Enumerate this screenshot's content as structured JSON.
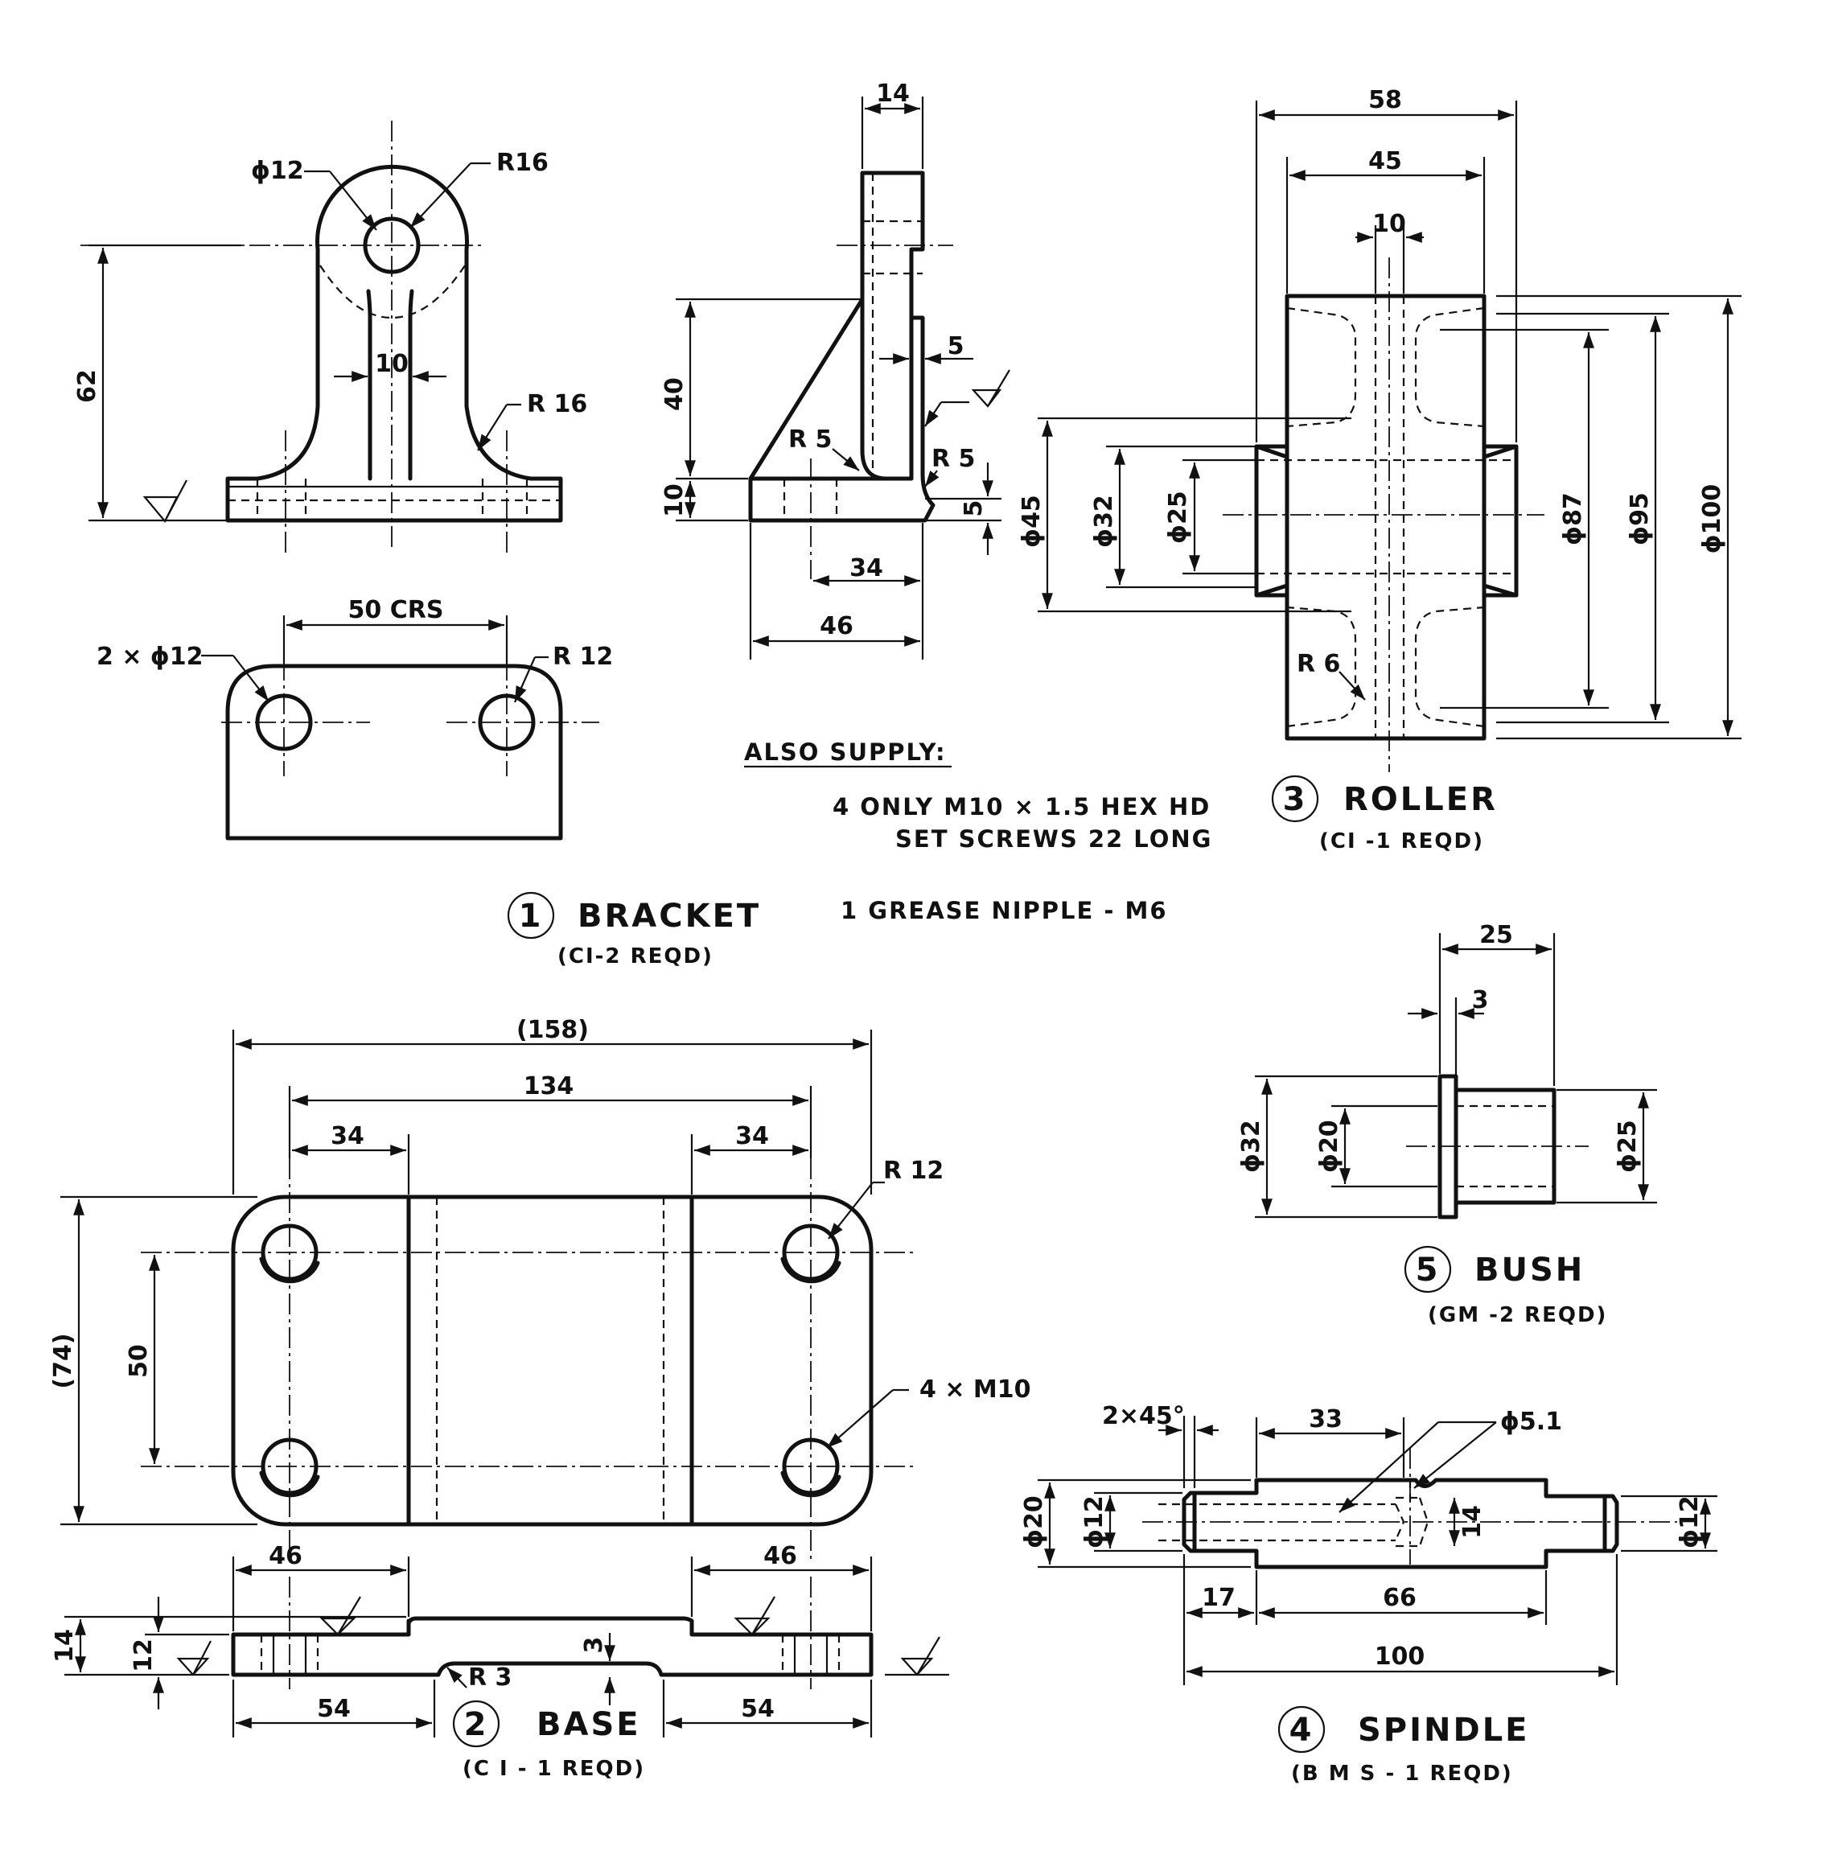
{
  "parts": {
    "bracket": {
      "number": "1",
      "name": "BRACKET",
      "spec": "(CI-2 REQD)"
    },
    "base": {
      "number": "2",
      "name": "BASE",
      "spec": "(C I - 1 REQD)"
    },
    "roller": {
      "number": "3",
      "name": "ROLLER",
      "spec": "(CI -1 REQD)"
    },
    "spindle": {
      "number": "4",
      "name": "SPINDLE",
      "spec": "(B M S  -  1 REQD)"
    },
    "bush": {
      "number": "5",
      "name": "BUSH",
      "spec": "(GM -2 REQD)"
    }
  },
  "notes": {
    "also_supply": "ALSO SUPPLY:",
    "screws_line1": "4  ONLY M10 × 1.5  HEX  HD",
    "screws_line2": "SET  SCREWS 22 LONG",
    "grease": "1 GREASE  NIPPLE - M6"
  },
  "bracket_dims": {
    "hole": "ϕ12",
    "r_top": "R16",
    "height": "62",
    "web": "10",
    "r_fillet": "R 16",
    "crs": "50 CRS",
    "holes": "2 × ϕ12",
    "r_corner": "R 12",
    "side_top": "14",
    "side_h": "40",
    "side_base": "10",
    "side_step": "5",
    "side_step2": "5",
    "side_r1": "R 5",
    "side_r2": "R 5",
    "side_34": "34",
    "side_46": "46"
  },
  "roller_dims": {
    "w58": "58",
    "w45": "45",
    "w10": "10",
    "d45": "ϕ45",
    "d32": "ϕ32",
    "d25": "ϕ25",
    "d87": "ϕ87",
    "d95": "ϕ95",
    "d100": "ϕ100",
    "r6": "R 6"
  },
  "base_dims": {
    "overall": "(158)",
    "crs134": "134",
    "w34a": "34",
    "w34b": "34",
    "r12": "R 12",
    "h74": "(74)",
    "h50": "50",
    "m10": "4 × M10",
    "d46a": "46",
    "d46b": "46",
    "t14": "14",
    "t12": "12",
    "t3": "3",
    "r3": "R 3",
    "d54a": "54",
    "d54b": "54"
  },
  "bush_dims": {
    "l25": "25",
    "l3": "3",
    "d32": "ϕ32",
    "d20": "ϕ20",
    "d25": "ϕ25"
  },
  "spindle_dims": {
    "chamfer": "2×45°",
    "l33": "33",
    "d51": "ϕ5.1",
    "d20": "ϕ20",
    "d12a": "ϕ12",
    "h14": "14",
    "d12b": "ϕ12",
    "l17": "17",
    "l66": "66",
    "l100": "100"
  }
}
